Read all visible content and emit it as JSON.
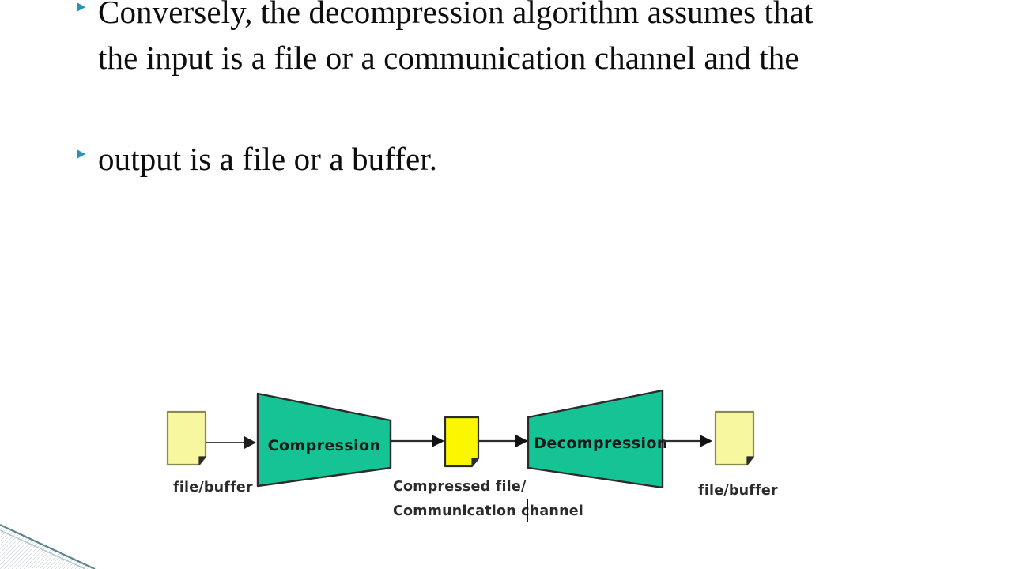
{
  "slide": {
    "background_color": "#ffffff",
    "bullet_color": "#2393b8",
    "body": [
      {
        "id": "bullet-1",
        "text": "Conversely, the decompression algorithm assumes that\nthe input is a file or a communication channel and the"
      },
      {
        "id": "bullet-2",
        "text": "output is a file or a buffer."
      }
    ]
  },
  "diagram": {
    "name": "compression-decompression-pipeline",
    "colors": {
      "process_fill": "#16c394",
      "process_stroke": "#2b2b2b",
      "file_fill": "#f7f79f",
      "file_stroke": "#8a8a4e",
      "compressed_file_fill": "#faf700",
      "compressed_file_stroke": "#2b2b2b",
      "arrow": "#2e2e2e"
    },
    "nodes": [
      {
        "id": "input-file",
        "type": "file",
        "caption": "file/buffer"
      },
      {
        "id": "compression-process",
        "type": "process",
        "label": "Compression"
      },
      {
        "id": "compressed-file",
        "type": "file",
        "caption_line1": "Compressed file/",
        "caption_line2": "Communication channel"
      },
      {
        "id": "decompression-process",
        "type": "process",
        "label": "Decompression"
      },
      {
        "id": "output-file",
        "type": "file",
        "caption": "file/buffer"
      }
    ]
  }
}
